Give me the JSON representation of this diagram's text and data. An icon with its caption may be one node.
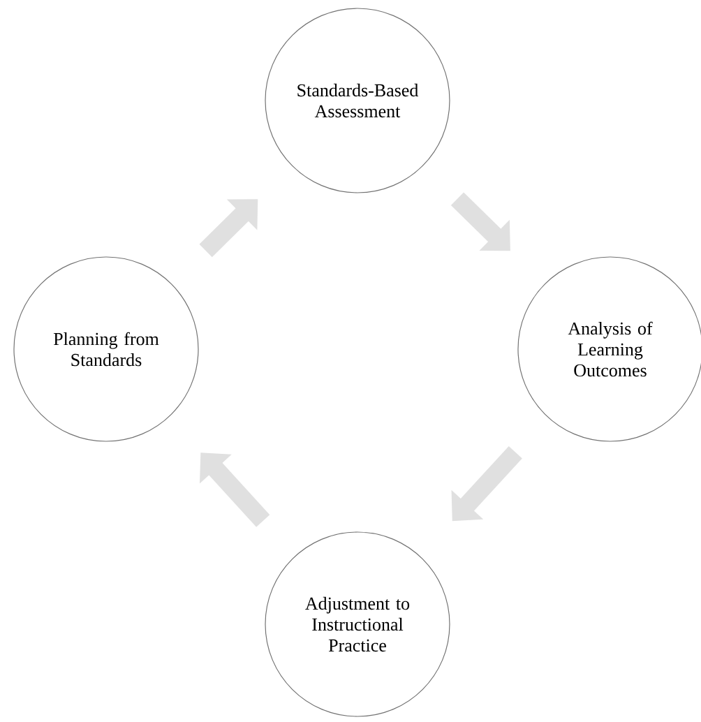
{
  "diagram": {
    "nodes": [
      {
        "text": [
          "Standards-Based Assessment"
        ]
      },
      {
        "text": [
          "Analysis of Learning Outcomes"
        ]
      },
      {
        "text": [
          "Adjustment to Instructional Practice"
        ]
      },
      {
        "text": [
          "Planning from Standards"
        ]
      }
    ],
    "edges": [
      {
        "from": 0,
        "to": 1,
        "arrow": "to"
      },
      {
        "from": 1,
        "to": 2,
        "arrow": "to"
      },
      {
        "from": 2,
        "to": 3,
        "arrow": "to"
      },
      {
        "from": 3,
        "to": 0,
        "arrow": "to"
      }
    ]
  }
}
